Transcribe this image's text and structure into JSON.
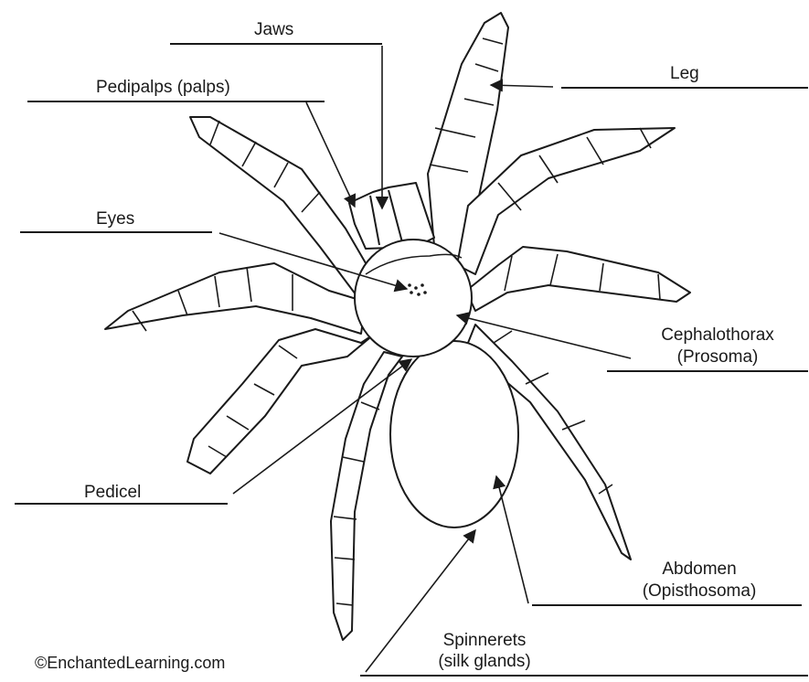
{
  "labels": {
    "jaws": "Jaws",
    "pedipalps": "Pedipalps (palps)",
    "leg": "Leg",
    "eyes": "Eyes",
    "cephalothorax_1": "Cephalothorax",
    "cephalothorax_2": "(Prosoma)",
    "pedicel": "Pedicel",
    "abdomen_1": "Abdomen",
    "abdomen_2": "(Opisthosoma)",
    "spinnerets_1": "Spinnerets",
    "spinnerets_2": "(silk glands)"
  },
  "credit": "©EnchantedLearning.com",
  "colors": {
    "ink": "#1a1a1a",
    "background": "#ffffff"
  }
}
